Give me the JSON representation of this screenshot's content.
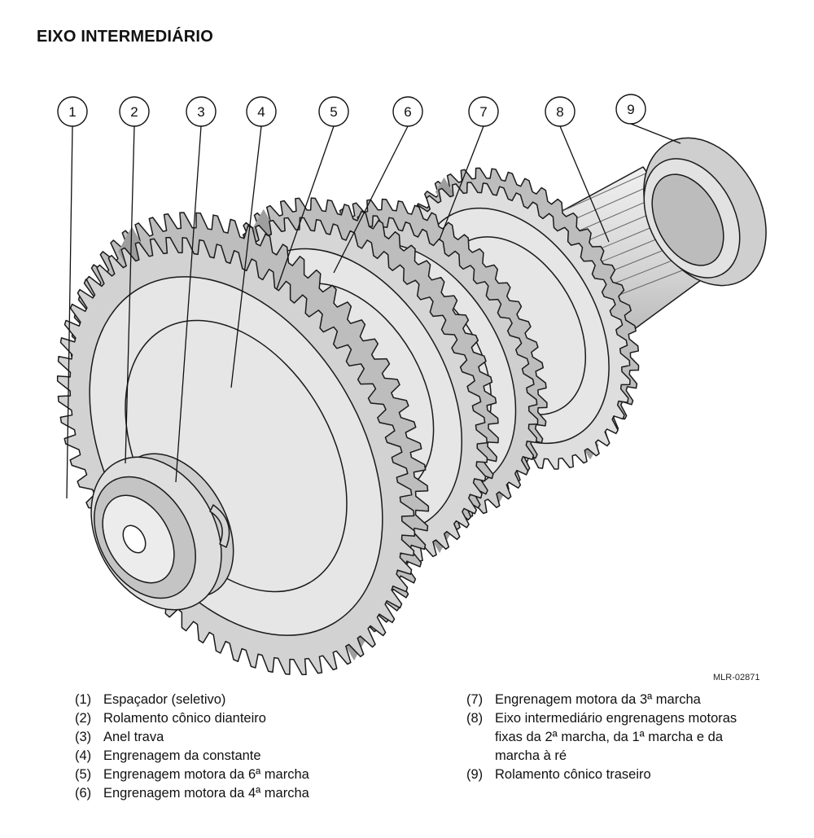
{
  "title": "EIXO INTERMEDIÁRIO",
  "figure_code": "MLR-02871",
  "callouts": [
    "1",
    "2",
    "3",
    "4",
    "5",
    "6",
    "7",
    "8",
    "9"
  ],
  "legend_left": [
    {
      "num": "(1)",
      "text": "Espaçador (seletivo)"
    },
    {
      "num": "(2)",
      "text": "Rolamento cônico dianteiro"
    },
    {
      "num": "(3)",
      "text": "Anel trava"
    },
    {
      "num": "(4)",
      "text": "Engrenagem da constante"
    },
    {
      "num": "(5)",
      "text": "Engrenagem motora da 6ª marcha"
    },
    {
      "num": "(6)",
      "text": "Engrenagem motora da 4ª marcha"
    }
  ],
  "legend_right": [
    {
      "num": "(7)",
      "text": "Engrenagem motora da 3ª marcha"
    },
    {
      "num": "(8)",
      "lines": [
        "Eixo intermediário engrenagens motoras",
        "fixas da 2ª marcha, da 1ª marcha e da",
        "marcha à ré"
      ]
    },
    {
      "num": "(9)",
      "text": "Rolamento cônico traseiro"
    }
  ]
}
